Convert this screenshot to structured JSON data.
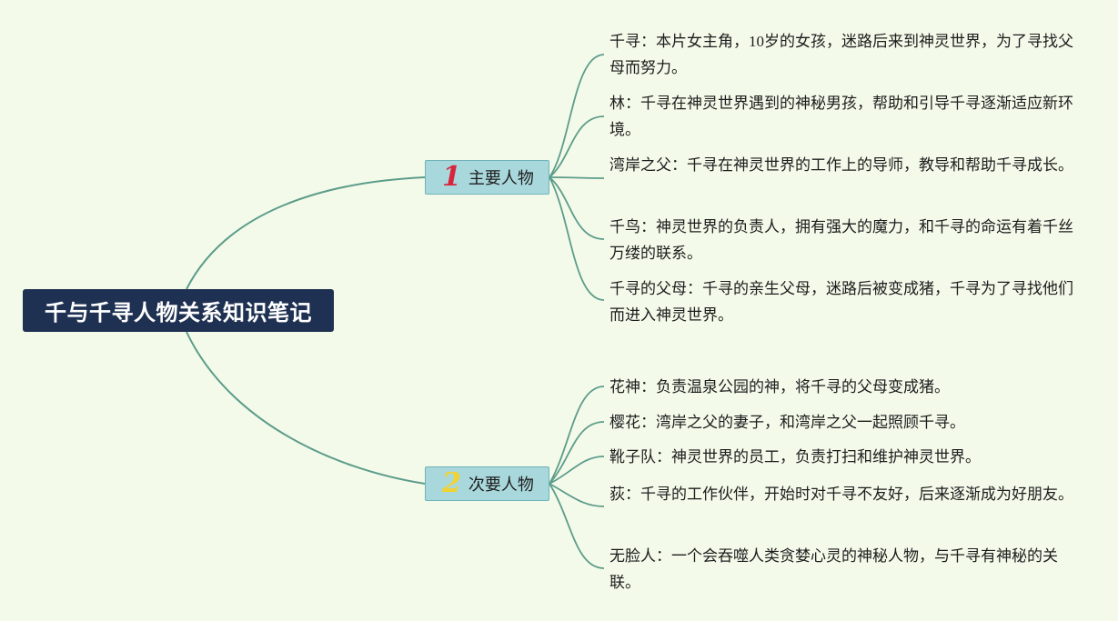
{
  "root": {
    "title": "千与千寻人物关系知识笔记"
  },
  "branches": [
    {
      "number": "1",
      "label": "主要人物",
      "leaves": [
        "千寻：本片女主角，10岁的女孩，迷路后来到神灵世界，为了寻找父母而努力。",
        "林：千寻在神灵世界遇到的神秘男孩，帮助和引导千寻逐渐适应新环境。",
        "湾岸之父：千寻在神灵世界的工作上的导师，教导和帮助千寻成长。",
        "千鸟：神灵世界的负责人，拥有强大的魔力，和千寻的命运有着千丝万缕的联系。",
        "千寻的父母：千寻的亲生父母，迷路后被变成猪，千寻为了寻找他们而进入神灵世界。"
      ]
    },
    {
      "number": "2",
      "label": "次要人物",
      "leaves": [
        "花神：负责温泉公园的神，将千寻的父母变成猪。",
        "樱花：湾岸之父的妻子，和湾岸之父一起照顾千寻。",
        "靴子队：神灵世界的员工，负责打扫和维护神灵世界。",
        "荻：千寻的工作伙伴，开始时对千寻不友好，后来逐渐成为好朋友。",
        "无脸人：一个会吞噬人类贪婪心灵的神秘人物，与千寻有神秘的关联。"
      ]
    }
  ],
  "colors": {
    "background": "#f4faea",
    "root_fill": "#1f3152",
    "branch_fill": "#a9d8dc",
    "connector": "#5c9c8a",
    "number_1": "#d6253c",
    "number_2": "#f2d230"
  }
}
